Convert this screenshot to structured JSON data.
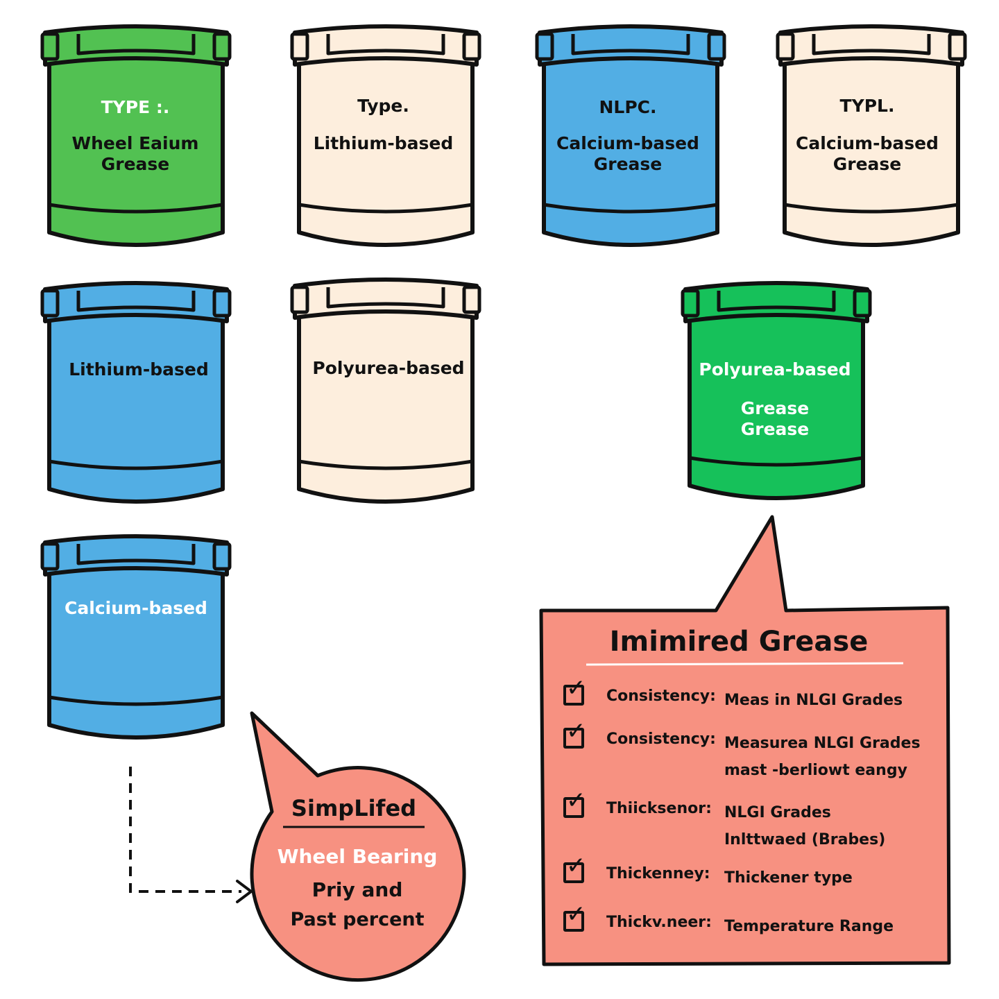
{
  "colors": {
    "green": "#52c152",
    "bright_green": "#16c15a",
    "cream": "#fdeedd",
    "blue": "#52aee4",
    "salmon": "#f79181",
    "outline": "#111111"
  },
  "containers": [
    {
      "id": "c1",
      "color": "green",
      "text_color": "dark",
      "title": "TYPE :.",
      "lines": [
        "Wheel Eaium",
        "Grease"
      ]
    },
    {
      "id": "c2",
      "color": "cream",
      "text_color": "dark",
      "title": "Type.",
      "lines": [
        "Lithium-based"
      ]
    },
    {
      "id": "c3",
      "color": "blue",
      "text_color": "dark",
      "title": "NLPC.",
      "lines": [
        "Calcium-based",
        "Grease"
      ]
    },
    {
      "id": "c4",
      "color": "cream",
      "text_color": "dark",
      "title": "TYPL.",
      "lines": [
        "Calcium-based",
        "Grease"
      ]
    },
    {
      "id": "c5",
      "color": "blue",
      "text_color": "dark",
      "title": "",
      "lines": [
        "Lithium-based"
      ]
    },
    {
      "id": "c6",
      "color": "cream",
      "text_color": "dark",
      "title": "",
      "lines": [
        "Polyurea-based"
      ]
    },
    {
      "id": "c7",
      "color": "bright_green",
      "text_color": "light",
      "title": "",
      "lines": [
        "Polyurea-based",
        "",
        "Grease",
        "Grease"
      ]
    },
    {
      "id": "c8",
      "color": "blue",
      "text_color": "light",
      "title": "",
      "lines": [
        "Calcium-based"
      ]
    }
  ],
  "circle_callout": {
    "title": "SimpLifed",
    "subtitle": "Wheel Bearing",
    "lines": [
      "Priy and",
      "Past percent"
    ]
  },
  "box_callout": {
    "title": "Imimired Grease",
    "items": [
      {
        "key": "Consistency:",
        "value": "Meas in NLGI Grades"
      },
      {
        "key": "Consistency:",
        "value": "Measurea NLGI Grades\nmast -berliowt eangy"
      },
      {
        "key": "Thiicksenor:",
        "value": "NLGI Grades\nInlttwaed (Brabes)"
      },
      {
        "key": "Thickenney:",
        "value": "Thickener type"
      },
      {
        "key": "Thickv.neer:",
        "value": "Temperature Range"
      }
    ]
  }
}
